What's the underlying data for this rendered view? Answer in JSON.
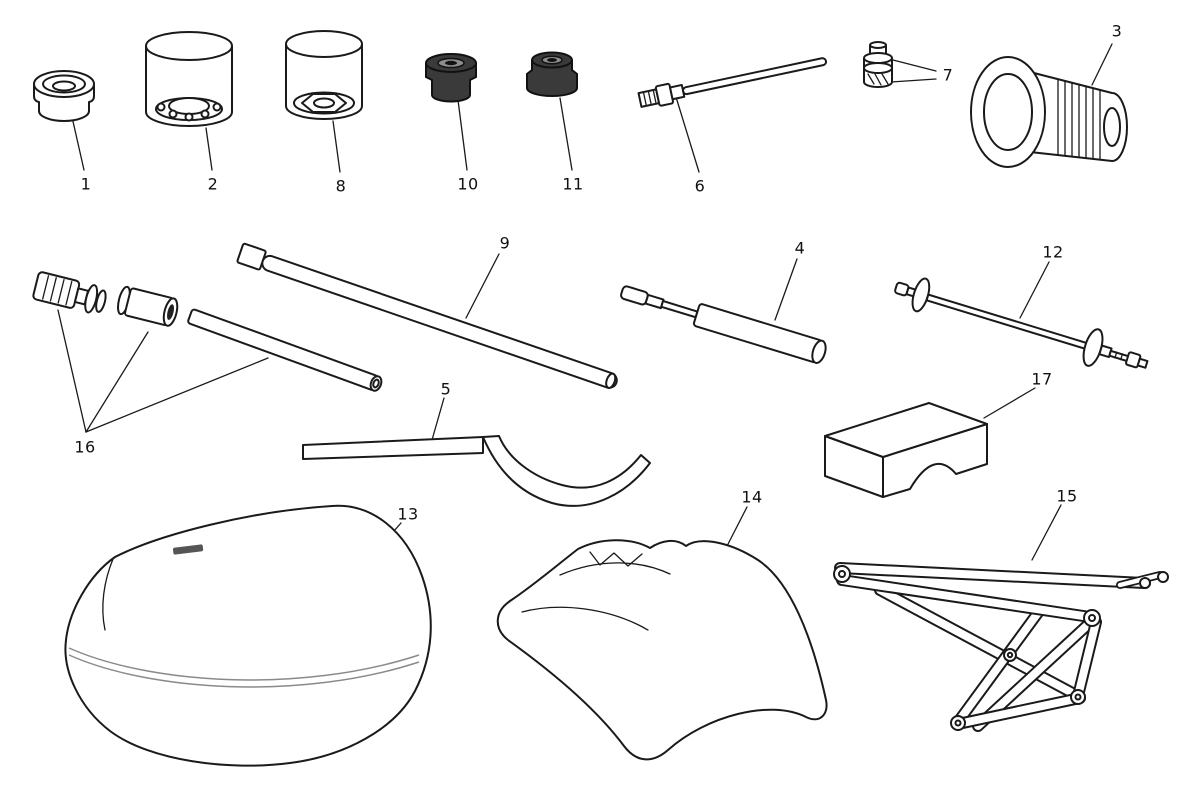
{
  "diagram": {
    "background_color": "#ffffff",
    "line_color": "#1a1a1a",
    "parts": [
      {
        "label": "1",
        "name": "round-cap-plug"
      },
      {
        "label": "2",
        "name": "cup-bearing-driver"
      },
      {
        "label": "8",
        "name": "hex-socket-driver"
      },
      {
        "label": "10",
        "name": "small-seal"
      },
      {
        "label": "11",
        "name": "small-seal-2"
      },
      {
        "label": "6",
        "name": "rod-with-hose-fitting"
      },
      {
        "label": "7",
        "name": "valve-fitting"
      },
      {
        "label": "3",
        "name": "flanged-threaded-bush"
      },
      {
        "label": "9",
        "name": "long-drift-rod"
      },
      {
        "label": "4",
        "name": "stepped-shaft"
      },
      {
        "label": "12",
        "name": "slide-hammer-puller"
      },
      {
        "label": "16",
        "name": "bushing-and-tube-set"
      },
      {
        "label": "5",
        "name": "hook-spanner"
      },
      {
        "label": "17",
        "name": "support-v-block"
      },
      {
        "label": "13",
        "name": "seat-cover"
      },
      {
        "label": "14",
        "name": "panel-cover"
      },
      {
        "label": "15",
        "name": "folding-stand"
      }
    ]
  }
}
